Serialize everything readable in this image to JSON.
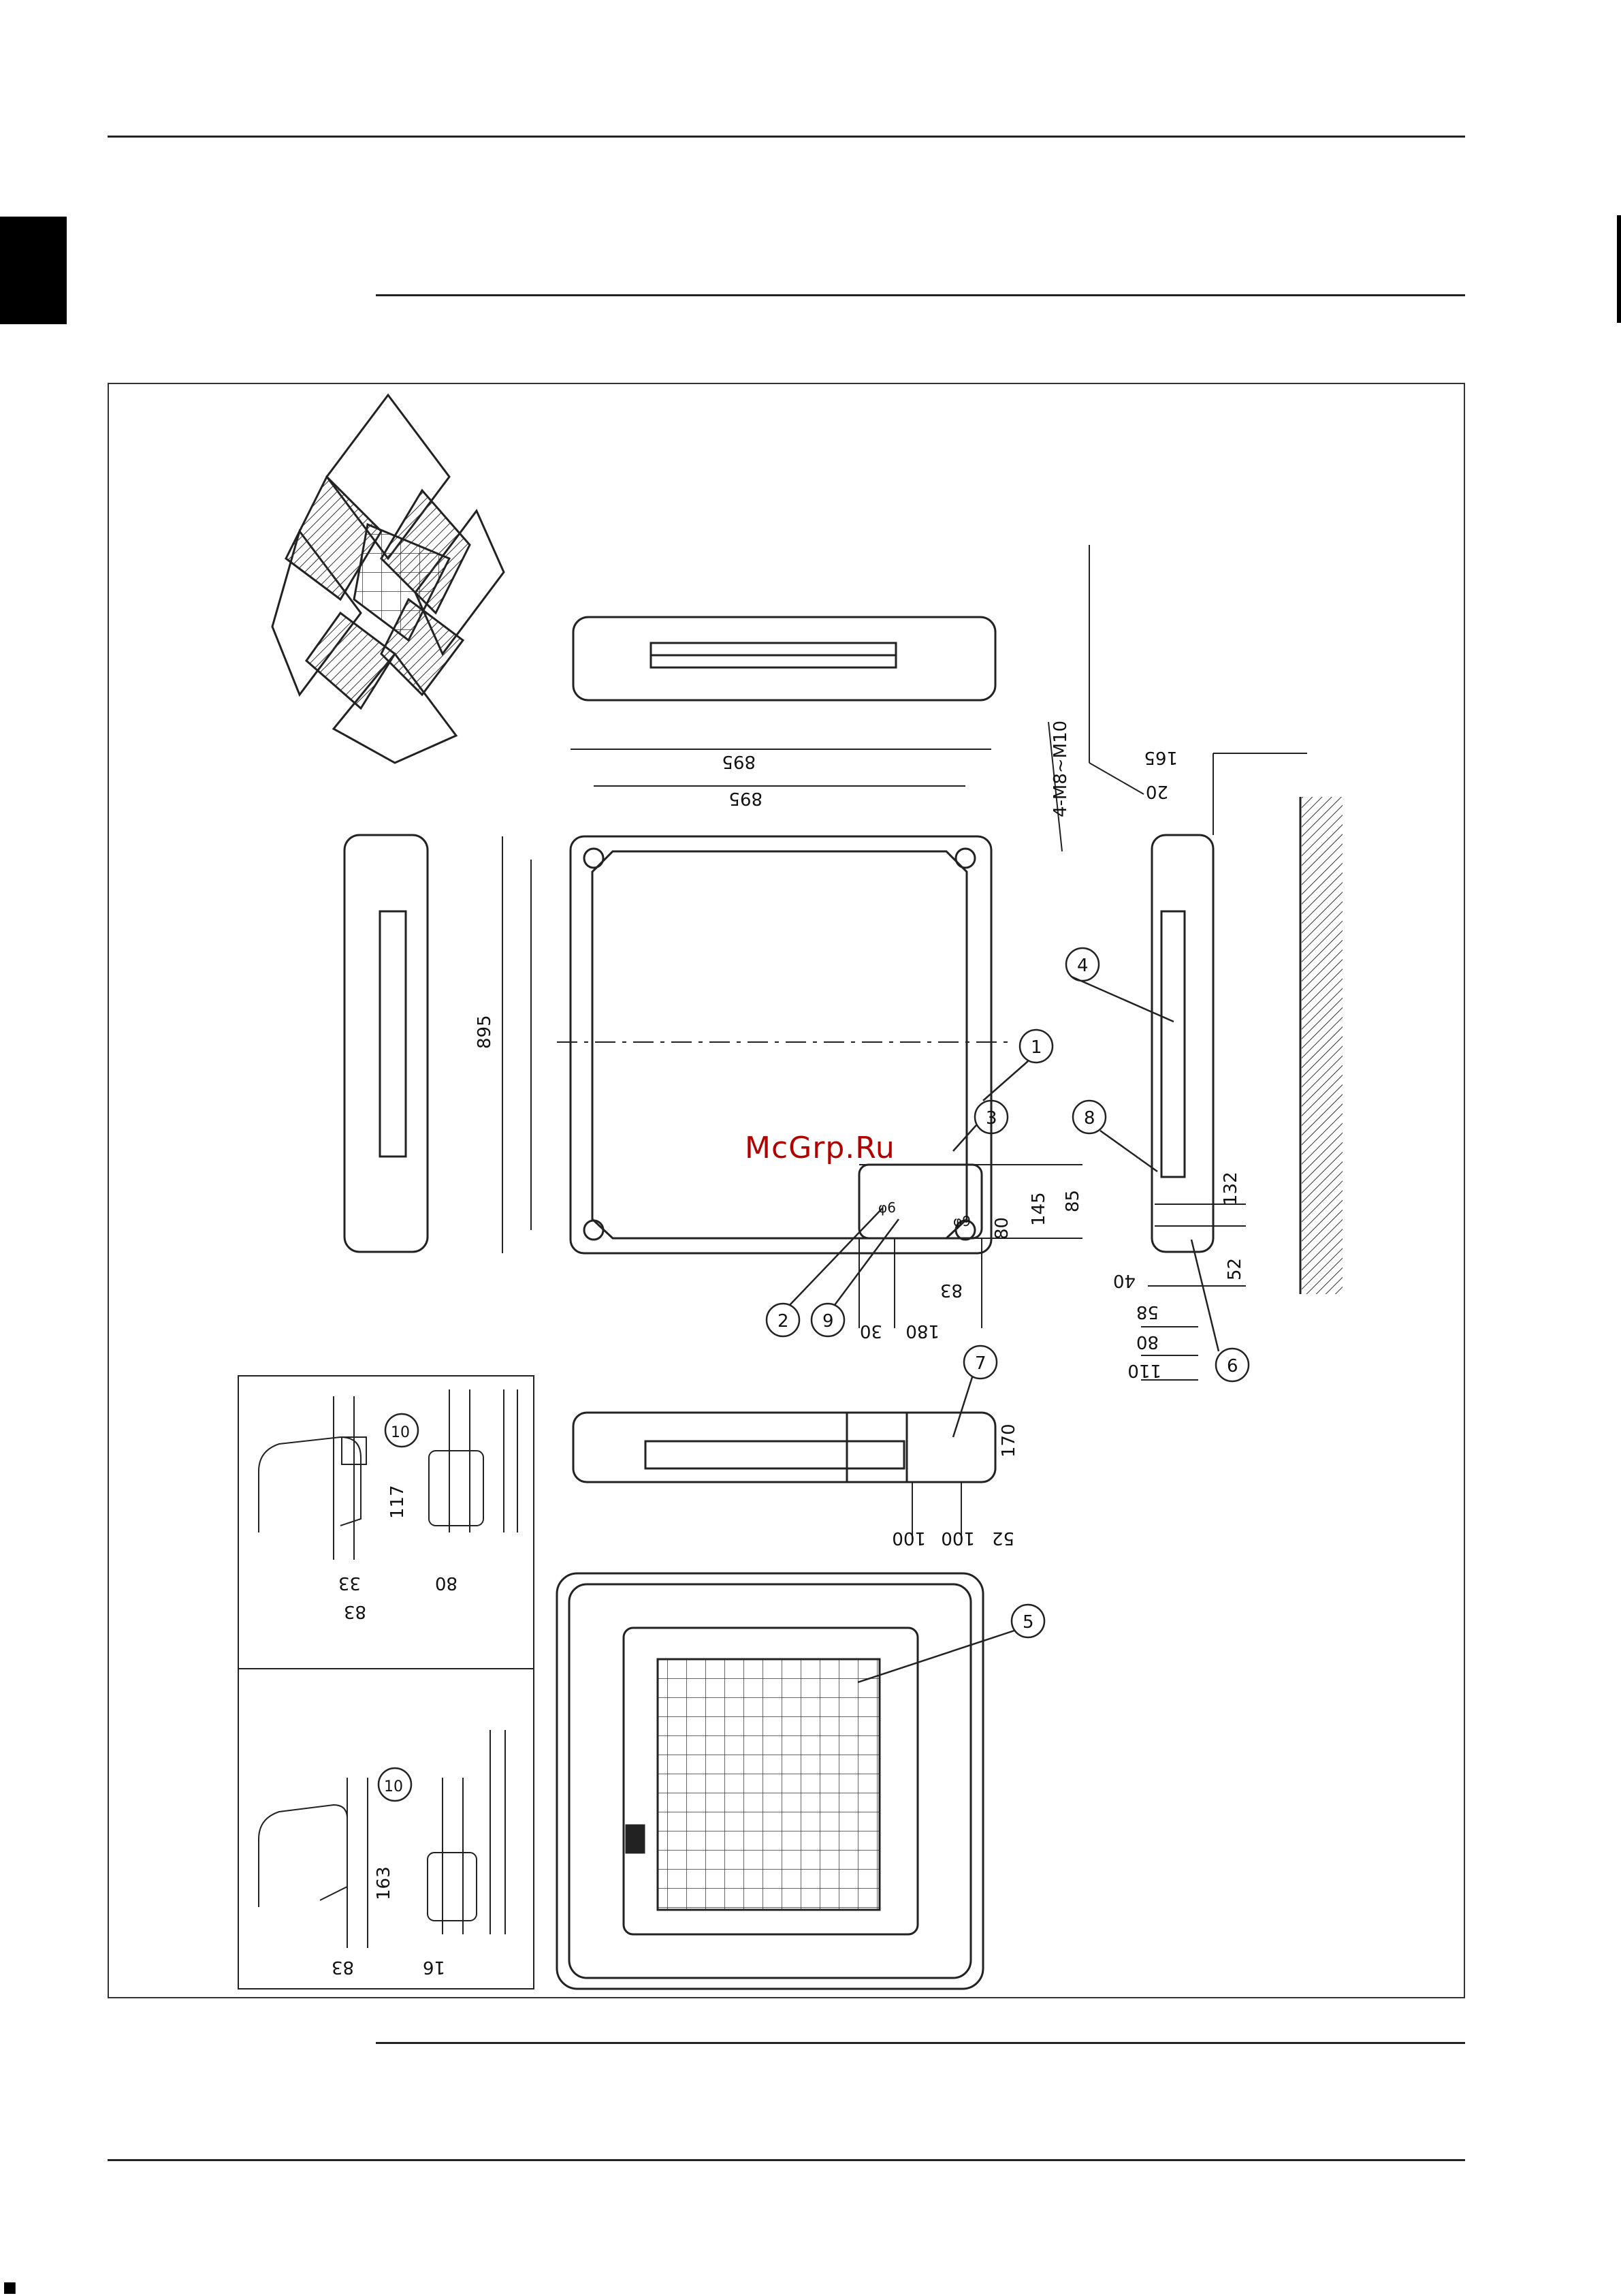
{
  "watermark": "McGrp.Ru",
  "dimensions": {
    "d895a": "895",
    "d895b": "895",
    "d895c": "895",
    "d165": "165",
    "d20": "20",
    "d4m8": "4-M8~M10",
    "d145": "145",
    "d85": "85",
    "d80a": "80",
    "d83a": "83",
    "d30": "30",
    "d180": "180",
    "d132": "132",
    "d52a": "52",
    "d40": "40",
    "d58": "58",
    "d80b": "80",
    "d110": "110",
    "d170": "170",
    "d100": "100",
    "d100b": "100",
    "d52b": "52",
    "d117": "117",
    "d33": "33",
    "d83b": "83",
    "d80c": "80",
    "d163": "163",
    "d83c": "83",
    "d16": "16"
  },
  "callouts": {
    "c1": "1",
    "c2": "2",
    "c3": "3",
    "c4": "4",
    "c5": "5",
    "c6": "6",
    "c7": "7",
    "c8": "8",
    "c9": "9",
    "c10a": "10",
    "c10b": "10"
  },
  "pipe_labels": {
    "l1": "φ6",
    "l2": "φ9"
  }
}
